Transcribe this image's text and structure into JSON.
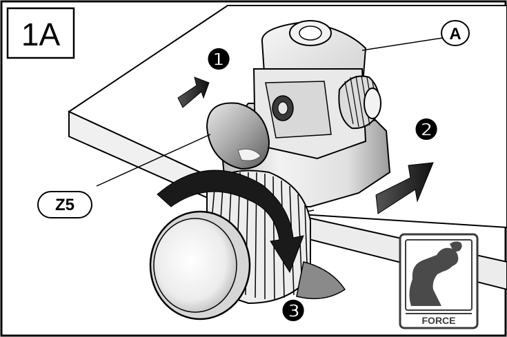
{
  "step_label": "1A",
  "callouts": {
    "part_a": "A",
    "part_z5": "Z5"
  },
  "steps": [
    "❶",
    "❷",
    "❸"
  ],
  "force_badge": {
    "label": "FORCE",
    "icon": "flexed-arm-icon"
  },
  "colors": {
    "outline": "#000000",
    "arrow": "#1a1a1a",
    "badge_icon": "#4a4a4a",
    "metal_light": "#f4f4f4",
    "metal_mid": "#d4d4d4",
    "metal_dark": "#9a9a9a"
  }
}
